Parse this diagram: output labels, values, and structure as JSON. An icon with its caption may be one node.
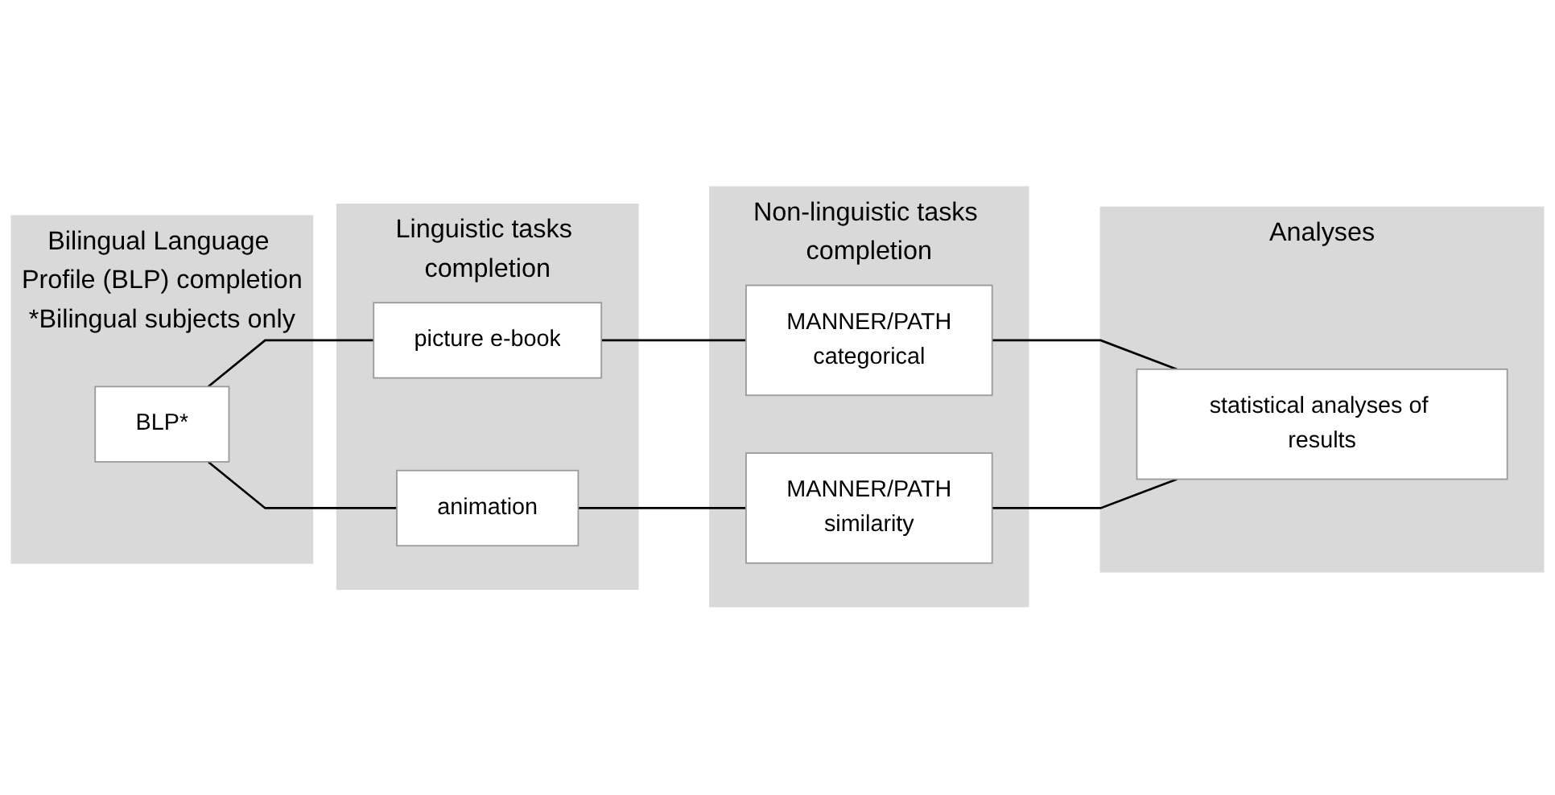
{
  "diagram": {
    "nodes": [
      {
        "text": [
          "Bilingual Language Profile (BLP) completion",
          "*Bilingual subjects only"
        ]
      },
      {
        "text": [
          "BLP*"
        ],
        "in": 0
      },
      {
        "text": [
          "Linguistic tasks completion"
        ]
      },
      {
        "text": [
          "picture e-book"
        ],
        "in": 2
      },
      {
        "text": [
          "animation"
        ],
        "in": 2
      },
      {
        "text": [
          "Non-linguistic tasks completion"
        ]
      },
      {
        "text": [
          "MANNER/PATH",
          "categorical"
        ],
        "in": 5
      },
      {
        "text": [
          "MANNER/PATH",
          "similarity"
        ],
        "in": 5
      },
      {
        "text": [
          "Analyses"
        ]
      },
      {
        "text": [
          "statistical analyses of results"
        ],
        "in": 8
      }
    ],
    "edges": [
      {
        "from": 1,
        "to": 3,
        "arrow": "none"
      },
      {
        "from": 1,
        "to": 4,
        "arrow": "none"
      },
      {
        "from": 3,
        "to": 6,
        "arrow": "none"
      },
      {
        "from": 4,
        "to": 7,
        "arrow": "none"
      },
      {
        "from": 6,
        "to": 9,
        "arrow": "none"
      },
      {
        "from": 7,
        "to": 9,
        "arrow": "none"
      }
    ]
  }
}
